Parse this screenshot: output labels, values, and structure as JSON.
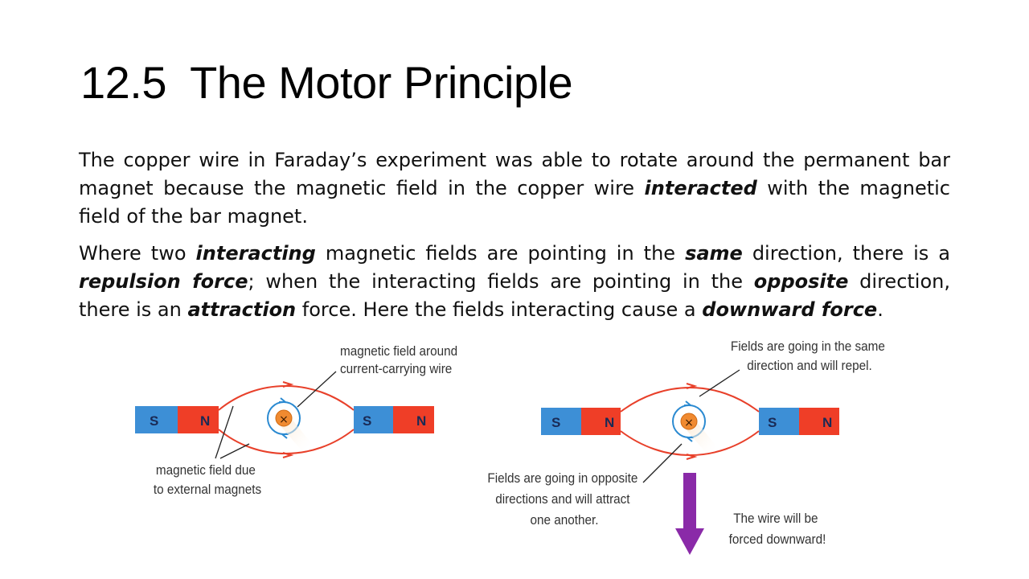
{
  "slide": {
    "title": "12.5  The Motor Principle",
    "p1": [
      {
        "t": "The copper wire in Faraday’s experiment was able to rotate around the permanent bar magnet because the magnetic field in the copper wire ",
        "e": false
      },
      {
        "t": "interacted",
        "e": true
      },
      {
        "t": " with the magnetic field of the bar magnet.",
        "e": false
      }
    ],
    "p2": [
      {
        "t": "Where two ",
        "e": false
      },
      {
        "t": "interacting",
        "e": true
      },
      {
        "t": " magnetic fields are pointing in the ",
        "e": false
      },
      {
        "t": "same",
        "e": true
      },
      {
        "t": " direction, there is a ",
        "e": false
      },
      {
        "t": "repulsion force",
        "e": true
      },
      {
        "t": "; when the interacting fields are pointing in the ",
        "e": false
      },
      {
        "t": "opposite",
        "e": true
      },
      {
        "t": " direction, there is an ",
        "e": false
      },
      {
        "t": "attraction",
        "e": true
      },
      {
        "t": " force. Here the fields interacting cause a ",
        "e": false
      },
      {
        "t": "downward force",
        "e": true
      },
      {
        "t": ".",
        "e": false
      }
    ]
  },
  "diagram": {
    "pole_s": "S",
    "pole_n": "N",
    "wire_symbol": "×",
    "label_wire_field": [
      "magnetic field around",
      "current-carrying wire"
    ],
    "label_external_field": [
      "magnetic field due",
      "to external magnets"
    ],
    "label_same": [
      "Fields are going in the same",
      "direction and will repel."
    ],
    "label_opposite": [
      "Fields are going in opposite",
      "directions and will attract",
      "one another."
    ],
    "label_down": [
      "The wire will be",
      "forced downward!"
    ],
    "colors": {
      "south": "#3d8fd6",
      "north": "#ef3e27",
      "field_line": "#e8402a",
      "wire_field": "#2b8ad1",
      "wire": "#f08a30",
      "arrow": "#8a2aa8"
    }
  }
}
